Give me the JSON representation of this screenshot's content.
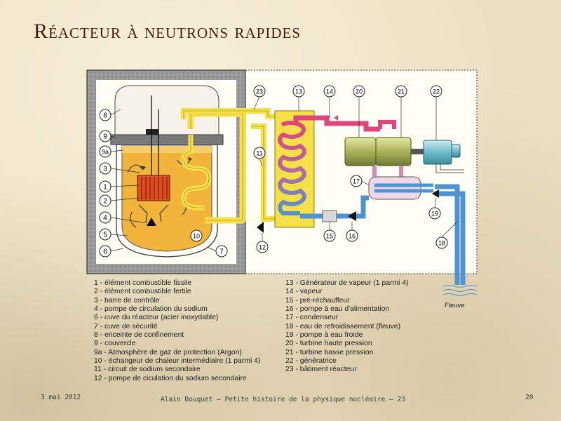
{
  "slide": {
    "title": "Réacteur à neutrons rapides",
    "date": "3 mai 2012",
    "credit": "Alain Bouquet — Petite histoire de la physique nucléaire — 23",
    "page_number": "20"
  },
  "diagram": {
    "river_label": "Fleuve",
    "callouts": [
      "8",
      "9",
      "9a",
      "3",
      "1",
      "2",
      "4",
      "5",
      "6",
      "7",
      "10",
      "11",
      "12",
      "13",
      "14",
      "15",
      "16",
      "17",
      "18",
      "19",
      "20",
      "21",
      "22",
      "23"
    ]
  },
  "legend": {
    "left": [
      "1 - élément combustible fissile",
      "2 - élément combustible fertile",
      "3 - barre de contrôle",
      "4 - pompe de circulation du sodium",
      "6 - cuve du réacteur (acier inoxydable)",
      "7 - cuve de sécurité",
      "8 - enceinte de confinement",
      "9 - couvercle",
      "9a - Atmosphère de gaz de protection (Argon)",
      "10 - échangeur de chaleur intermédiaire (1 parmi 4)",
      "11 - circuit de sodium secondaire",
      "12 - pompe de ciculation du sodium secondaire"
    ],
    "right": [
      "13 - Générateur de vapeur (1 parmi 4)",
      "14 - vapeur",
      "15 - pré-réchauffeur",
      "16 - pompe à eau d'alimentation",
      "17 - condenseur",
      "18 - eau de refroidissement (fleuve)",
      "19 - pompe à eau froide",
      "20 - turbine haute pression",
      "21 - turbine basse pression",
      "22 - génératrice",
      "23 - bâtiment réacteur"
    ]
  },
  "colors": {
    "sodium_primary": "#f2b43a",
    "sodium_secondary": "#f5e04a",
    "steam": "#e0457a",
    "water": "#4f94d0",
    "title": "#4a1b12"
  }
}
